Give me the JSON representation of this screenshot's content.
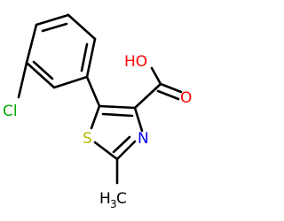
{
  "molecule": {
    "atoms": {
      "chlorine": {
        "text": "Cl",
        "color": "#00aa00"
      },
      "hydroxyl": {
        "text": "HO",
        "color": "#ff0000"
      },
      "carbonyl_oxygen": {
        "text": "O",
        "color": "#ff0000"
      },
      "sulfur": {
        "text": "S",
        "color": "#b8b800"
      },
      "nitrogen": {
        "text": "N",
        "color": "#0000ff"
      },
      "methyl": {
        "text": "H",
        "subscript": "3",
        "suffix": "C",
        "color": "#000000"
      }
    },
    "bond_color": "#000000"
  }
}
